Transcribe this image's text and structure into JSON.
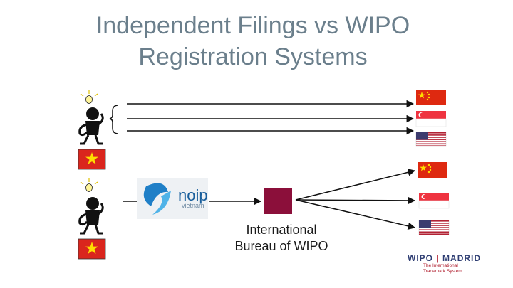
{
  "title": {
    "line1": "Independent Filings vs WIPO",
    "line2": "Registration Systems"
  },
  "international_bureau": {
    "line1": "International",
    "line2": "Bureau of WIPO",
    "box_color": "#8b0f3a"
  },
  "noip_logo": {
    "name": "noip",
    "subtitle": "vietnam"
  },
  "wipo_logo": {
    "left": "WIPO",
    "separator": "|",
    "right": "MADRID",
    "sub_line1": "The International",
    "sub_line2": "Trademark System"
  },
  "icons": {
    "applicant": "person-with-lightbulb-icon",
    "origin_flag": "vietnam-flag-icon",
    "dest_flags": [
      "china-flag-icon",
      "singapore-flag-icon",
      "usa-flag-icon"
    ]
  },
  "colors": {
    "title": "#6b7f8c",
    "flag_red": "#da251d",
    "flag_star": "#ffde00"
  }
}
